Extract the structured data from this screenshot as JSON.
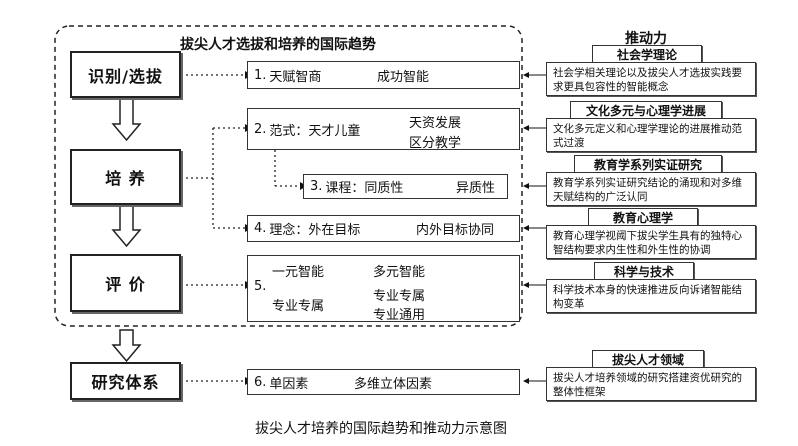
{
  "main_title": "拔尖人才选拔和培养的国际趋势",
  "driver_header": "推动力",
  "caption": "拔尖人才培养的国际趋势和推动力示意图",
  "stages": [
    "识别/选拔",
    "培 养",
    "评 价",
    "研究体系"
  ],
  "trends": {
    "t1": {
      "num": "1.",
      "from": "天赋智商",
      "to": "成功智能"
    },
    "t2": {
      "num": "2.",
      "prefix": "范式：",
      "from": "天才儿童",
      "to_a": "天资发展",
      "to_b": "区分教学"
    },
    "t3": {
      "num": "3.",
      "prefix": "课程：",
      "from": "同质性",
      "to": "异质性"
    },
    "t4": {
      "num": "4.",
      "prefix": "理念：",
      "from": "外在目标",
      "to": "内外目标协同"
    },
    "t5": {
      "num": "5.",
      "row1_from": "一元智能",
      "row1_to": "多元智能",
      "row2_from": "专业专属",
      "row2_to_a": "专业专属",
      "row2_to_b": "专业通用"
    },
    "t6": {
      "num": "6.",
      "from": "单因素",
      "to": "多维立体因素"
    }
  },
  "drivers": [
    {
      "title": "社会学理论",
      "text": "社会学相关理论以及拔尖人才选拔实践要求更具包容性的智能概念"
    },
    {
      "title": "文化多元与心理学进展",
      "text": "文化多元定义和心理学理论的进展推动范式过渡"
    },
    {
      "title": "教育学系列实证研究",
      "text": "教育学系列实证研究结论的涌现和对多维天赋结构的广泛认同"
    },
    {
      "title": "教育心理学",
      "text": "教育心理学视阈下拔尖学生具有的独特心智结构要求内生性和外生性的协调"
    },
    {
      "title": "科学与技术",
      "text": "科学技术本身的快速推进反向诉诸智能结构变革"
    },
    {
      "title": "拔尖人才领域",
      "text": "拔尖人才培养领域的研究搭建资优研究的整体性框架"
    }
  ]
}
